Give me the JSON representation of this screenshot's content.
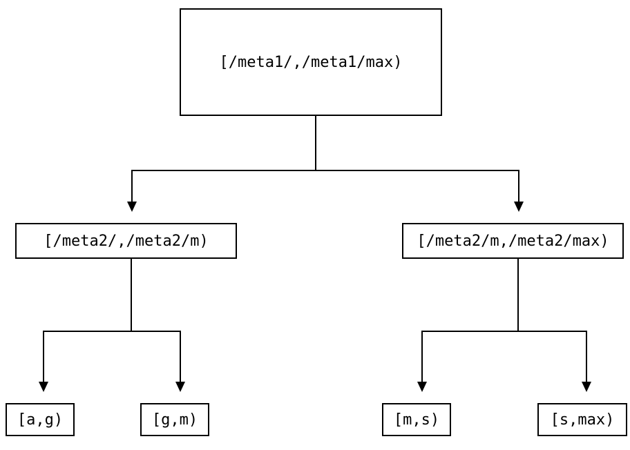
{
  "colors": {
    "line": "#000000",
    "background": "#ffffff",
    "text": "#000000"
  },
  "diagram": {
    "type": "binary-range-partition-tree",
    "nodes": {
      "root": {
        "label": "[/meta1/,/meta1/max)"
      },
      "left": {
        "label": "[/meta2/,/meta2/m)"
      },
      "right": {
        "label": "[/meta2/m,/meta2/max)"
      },
      "leaf_ag": {
        "label": "[a,g)"
      },
      "leaf_gm": {
        "label": "[g,m)"
      },
      "leaf_ms": {
        "label": "[m,s)"
      },
      "leaf_smax": {
        "label": "[s,max)"
      }
    },
    "edges": [
      {
        "from": "root",
        "to": "left"
      },
      {
        "from": "root",
        "to": "right"
      },
      {
        "from": "left",
        "to": "leaf_ag"
      },
      {
        "from": "left",
        "to": "leaf_gm"
      },
      {
        "from": "right",
        "to": "leaf_ms"
      },
      {
        "from": "right",
        "to": "leaf_smax"
      }
    ]
  }
}
